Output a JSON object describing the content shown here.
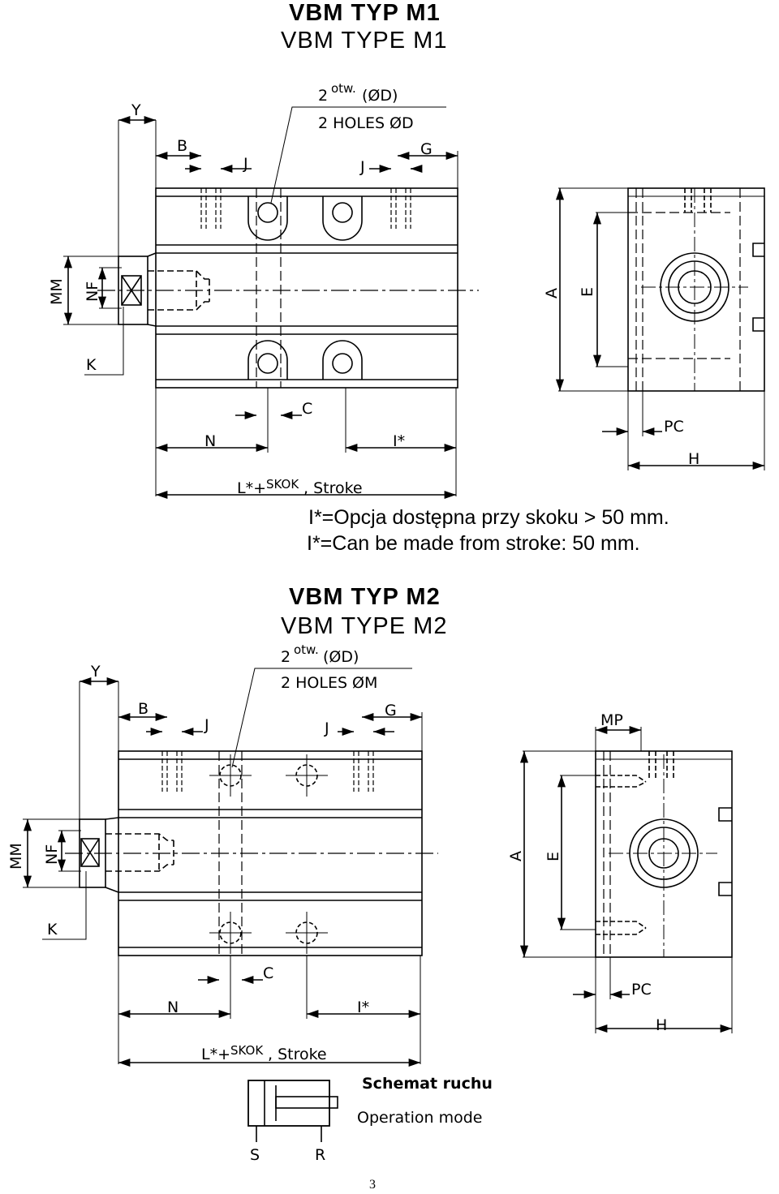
{
  "m1": {
    "title_pl": "VBM TYP M1",
    "title_en": "VBM TYPE M1",
    "callout": {
      "count": "2",
      "sup": "otw.",
      "diameter": "(ØD)",
      "holes_en": "2 HOLES  ØD"
    },
    "dims": {
      "Y": "Y",
      "B": "B",
      "J1": "J",
      "J2": "J",
      "G": "G",
      "MM": "MM",
      "NF": "NF",
      "K": "K",
      "C": "C",
      "N": "N",
      "I": "I*",
      "L_prefix": "L*+",
      "skok": "SKOK",
      "stroke": ", Stroke",
      "A": "A",
      "E": "E",
      "PC": "PC",
      "H": "H"
    }
  },
  "notes": {
    "pl": "I*=Opcja dostępna przy skoku > 50 mm.",
    "en": "I*=Can be made from stroke: 50 mm."
  },
  "m2": {
    "title_pl": "VBM TYP M2",
    "title_en": "VBM TYPE M2",
    "callout": {
      "count": "2",
      "sup": "otw.",
      "diameter": "(ØD)",
      "holes_en": "2 HOLES  ØM"
    },
    "dims": {
      "Y": "Y",
      "B": "B",
      "J1": "J",
      "J2": "J",
      "G": "G",
      "MM": "MM",
      "NF": "NF",
      "K": "K",
      "C": "C",
      "N": "N",
      "I": "I*",
      "L_prefix": "L*+",
      "skok": "SKOK",
      "stroke": ", Stroke",
      "MP": "MP",
      "A": "A",
      "E": "E",
      "PC": "PC",
      "H": "H"
    }
  },
  "schema": {
    "title_pl": "Schemat ruchu",
    "title_en": "Operation mode",
    "S": "S",
    "R": "R"
  },
  "page_number": "3"
}
